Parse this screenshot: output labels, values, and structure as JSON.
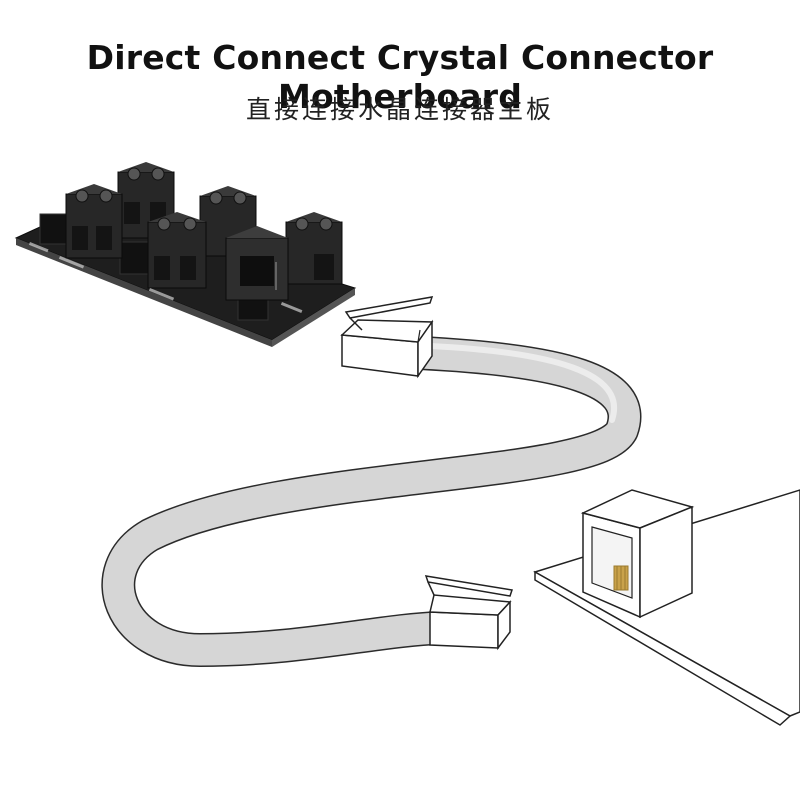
{
  "header": {
    "title": "Direct Connect Crystal Connector Motherboard",
    "subtitle": "直接连接水晶连接器主板"
  },
  "colors": {
    "cable": "#d6d6d6",
    "cable_outline": "#2b2b2b",
    "board": "#1e1e1e",
    "terminal": "#262626",
    "gold_pins": "#c9a24a"
  },
  "illustration": {
    "items": [
      {
        "name": "pcb-board",
        "icon": "circuit-board-icon"
      },
      {
        "name": "rj-cable",
        "icon": "cable-icon"
      },
      {
        "name": "rj-plug",
        "icon": "rj-plug-icon"
      },
      {
        "name": "motherboard-socket",
        "icon": "rj-jack-icon"
      }
    ]
  }
}
